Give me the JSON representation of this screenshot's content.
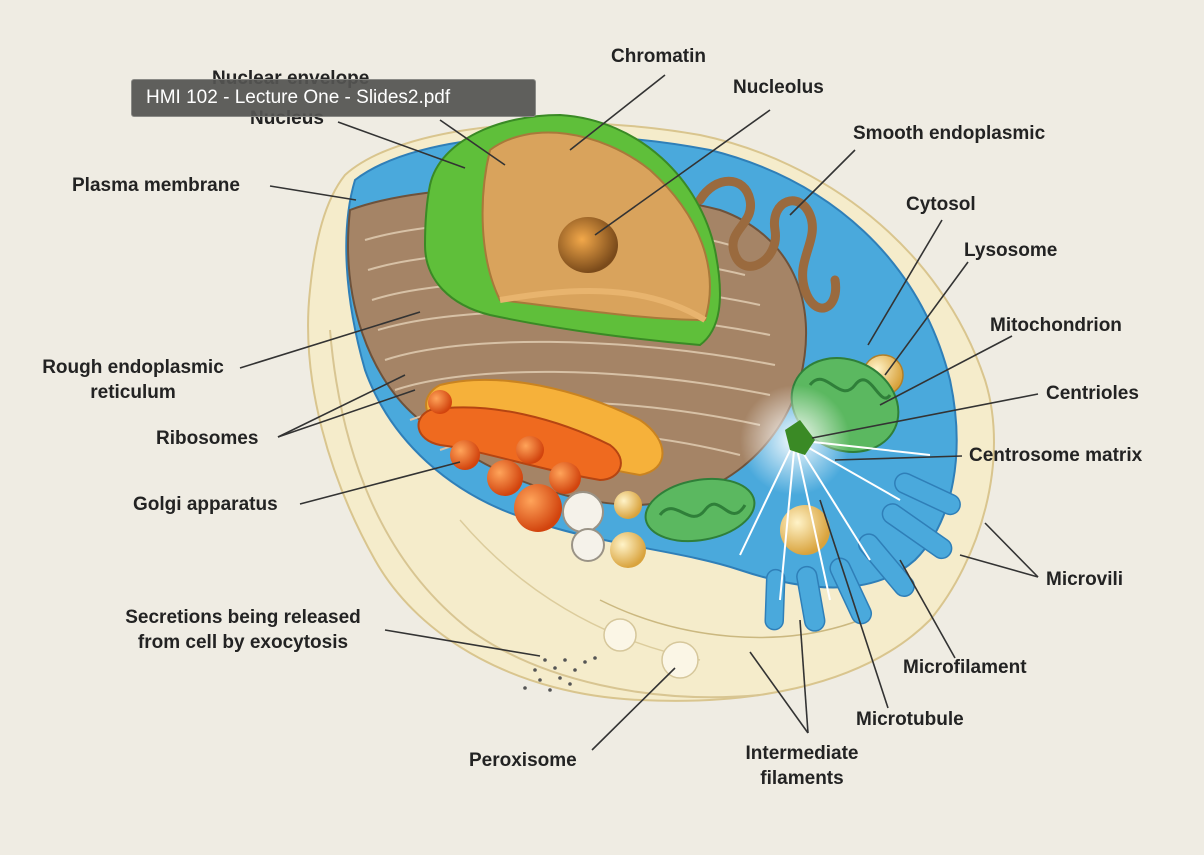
{
  "tooltip": {
    "text": "HMI 102 - Lecture One - Slides2.pdf"
  },
  "labels": {
    "nuclear_envelope": "Nuclear envelope",
    "nucleus": "Nucleus",
    "chromatin": "Chromatin",
    "nucleolus": "Nucleolus",
    "smooth_er": "Smooth endoplasmic",
    "plasma_membrane": "Plasma membrane",
    "cytosol": "Cytosol",
    "lysosome": "Lysosome",
    "mitochondrion": "Mitochondrion",
    "rough_er": [
      "Rough endoplasmic",
      "reticulum"
    ],
    "centrioles": "Centrioles",
    "ribosomes": "Ribosomes",
    "centrosome_matrix": "Centrosome matrix",
    "golgi": "Golgi apparatus",
    "microvili": "Microvili",
    "secretions": [
      "Secretions being released",
      "from cell by exocytosis"
    ],
    "microfilament": "Microfilament",
    "microtubule": "Microtubule",
    "peroxisome": "Peroxisome",
    "intermediate_filaments": [
      "Intermediate",
      "filaments"
    ]
  },
  "colors": {
    "background": "#efece3",
    "cytoplasm": "#4aa9dc",
    "nucleus_envelope": "#5fbf3a",
    "chromatin": "#d9a35c",
    "golgi": "#ef6a1f",
    "mitochondrion": "#5bb860",
    "rough_er": "#9c7a5c",
    "membrane": "#f6efcf"
  }
}
